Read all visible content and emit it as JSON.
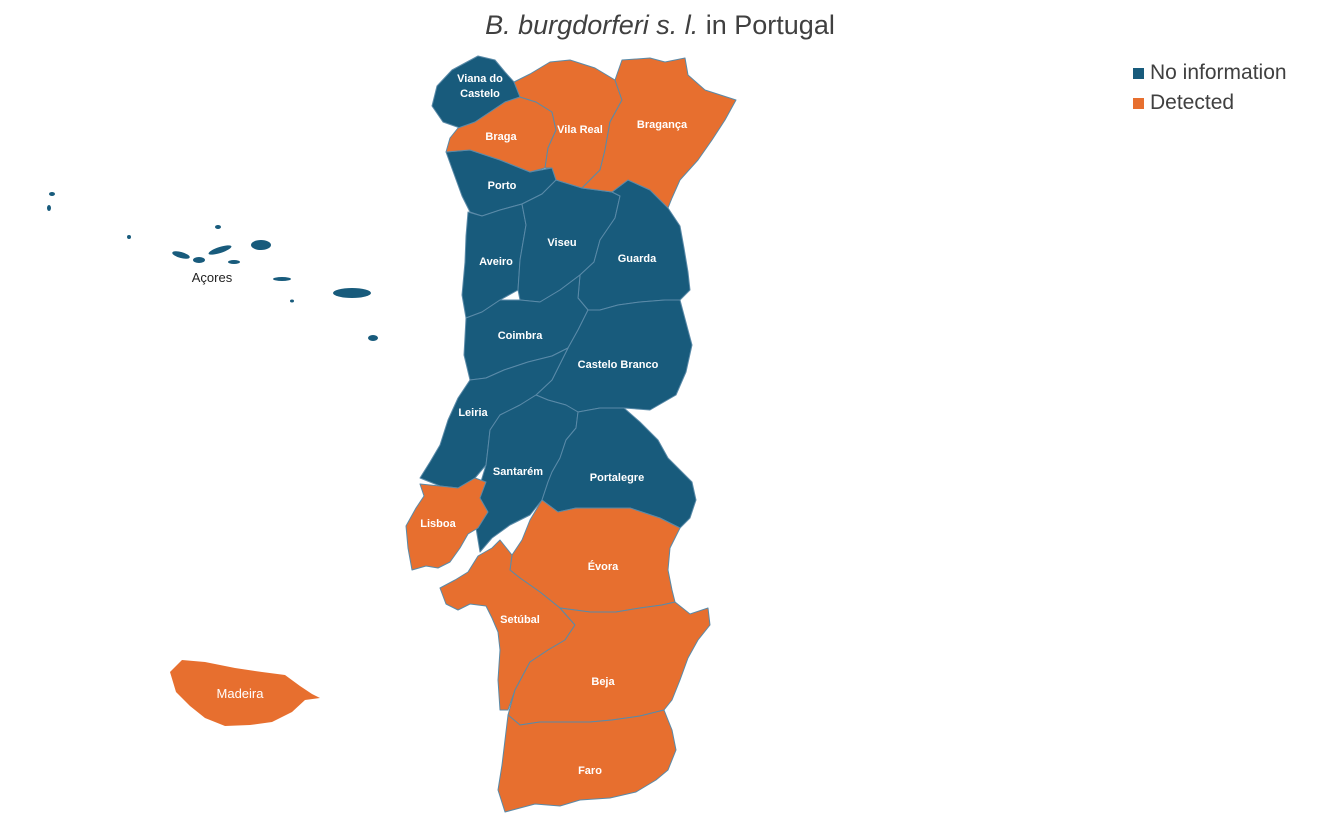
{
  "title": {
    "italic": "B. burgdorferi s. l.",
    "rest": "in Portugal"
  },
  "legend": [
    {
      "label": "No information",
      "color": "#185b7c"
    },
    {
      "label": "Detected",
      "color": "#e76f2f"
    }
  ],
  "colors": {
    "no_information": "#185b7c",
    "detected": "#e76f2f",
    "border": "#5a8aa8"
  },
  "districts": {
    "viana_do_castelo": {
      "line1": "Viana do",
      "line2": "Castelo",
      "status": "No information"
    },
    "braga": {
      "label": "Braga",
      "status": "Detected"
    },
    "vila_real": {
      "label": "Vila Real",
      "status": "Detected"
    },
    "braganca": {
      "label": "Bragança",
      "status": "Detected"
    },
    "porto": {
      "label": "Porto",
      "status": "No information"
    },
    "aveiro": {
      "label": "Aveiro",
      "status": "No information"
    },
    "viseu": {
      "label": "Viseu",
      "status": "No information"
    },
    "guarda": {
      "label": "Guarda",
      "status": "No information"
    },
    "coimbra": {
      "label": "Coimbra",
      "status": "No information"
    },
    "castelo_branco": {
      "label": "Castelo Branco",
      "status": "No information"
    },
    "leiria": {
      "label": "Leiria",
      "status": "No information"
    },
    "santarem": {
      "label": "Santarém",
      "status": "No information"
    },
    "portalegre": {
      "label": "Portalegre",
      "status": "No information"
    },
    "lisboa": {
      "label": "Lisboa",
      "status": "Detected"
    },
    "evora": {
      "label": "Évora",
      "status": "Detected"
    },
    "setubal": {
      "label": "Setúbal",
      "status": "Detected"
    },
    "beja": {
      "label": "Beja",
      "status": "Detected"
    },
    "faro": {
      "label": "Faro",
      "status": "Detected"
    }
  },
  "islands": {
    "acores": {
      "label": "Açores",
      "status": "No information"
    },
    "madeira": {
      "label": "Madeira",
      "status": "Detected"
    }
  }
}
